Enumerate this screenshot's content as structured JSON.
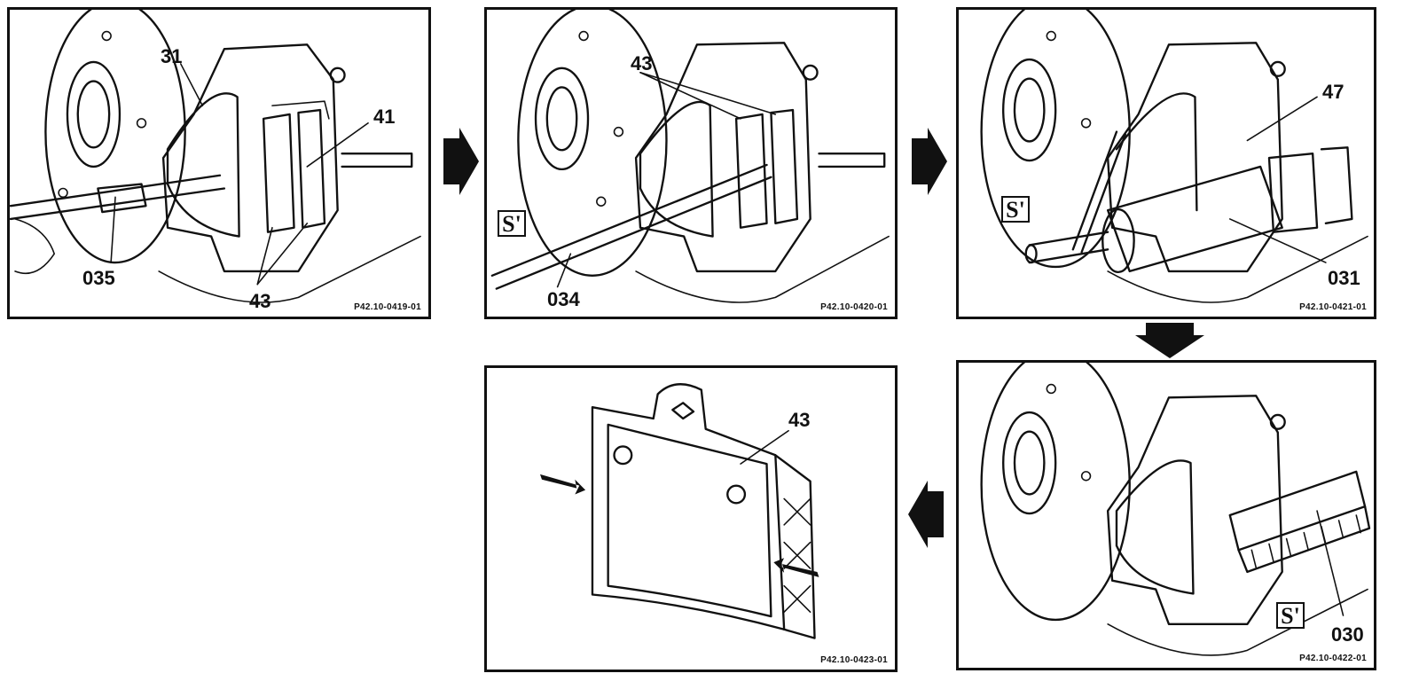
{
  "panels": [
    {
      "labels": [
        "31",
        "41",
        "035",
        "43"
      ],
      "ref": "P42.10-0419-01",
      "tool_icon": ""
    },
    {
      "labels": [
        "43",
        "034"
      ],
      "ref": "P42.10-0420-01",
      "tool_icon": "S'"
    },
    {
      "labels": [
        "47",
        "031"
      ],
      "ref": "P42.10-0421-01",
      "tool_icon": "S'"
    },
    {
      "labels": [
        "030"
      ],
      "ref": "P42.10-0422-01",
      "tool_icon": "S'"
    },
    {
      "labels": [
        "43"
      ],
      "ref": "P42.10-0423-01",
      "tool_icon": ""
    }
  ],
  "flow_arrows": [
    "arrow-right",
    "arrow-right",
    "arrow-down",
    "arrow-left"
  ],
  "colors": {
    "ink": "#111111",
    "paper": "#ffffff"
  }
}
